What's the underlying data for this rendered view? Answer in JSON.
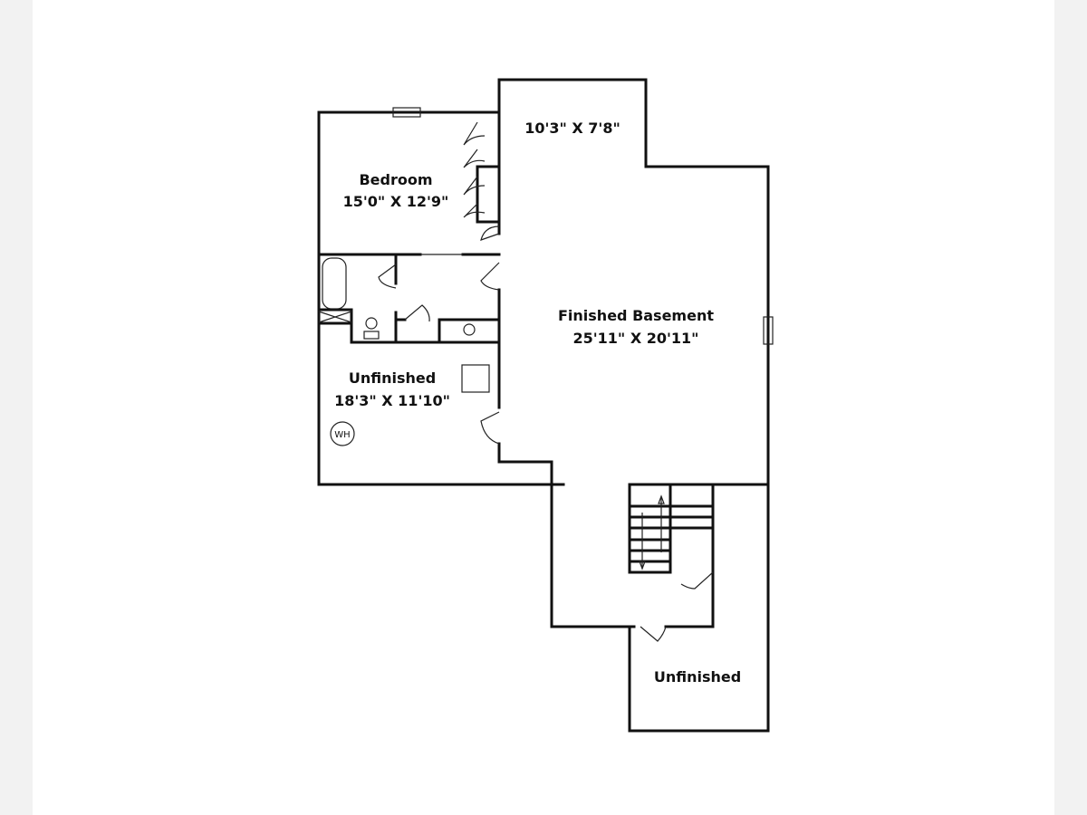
{
  "rooms": {
    "bedroom": {
      "name": "Bedroom",
      "size": "15'0\" X 12'9\""
    },
    "upper_room": {
      "size": "10'3\" X 7'8\""
    },
    "finished_basement": {
      "name": "Finished Basement",
      "size": "25'11\" X 20'11\""
    },
    "unfinished_left": {
      "name": "Unfinished",
      "size": "18'3\" X 11'10\""
    },
    "unfinished_bottom": {
      "name": "Unfinished"
    }
  },
  "fixtures": {
    "water_heater": "WH"
  }
}
